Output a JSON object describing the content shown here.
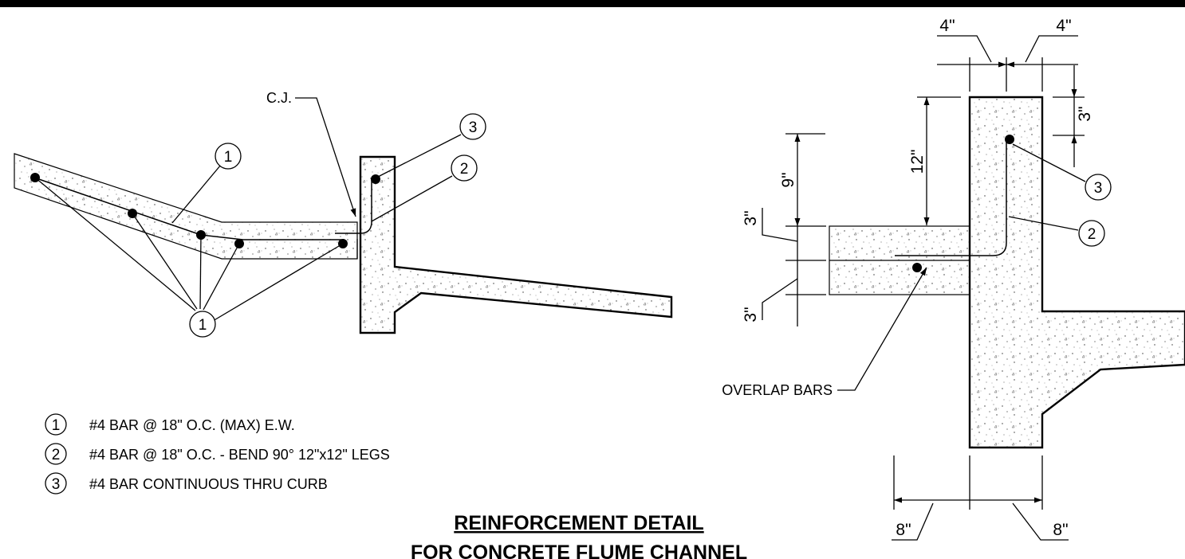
{
  "labels": {
    "construction_joint": "C.J.",
    "overlap_bars": "OVERLAP BARS"
  },
  "bubbles": {
    "one": "1",
    "two": "2",
    "three": "3"
  },
  "dimensions": {
    "top_left": "4\"",
    "top_right": "4\"",
    "curb_top_cover": "3\"",
    "leg_height": "12\"",
    "rebar_depth": "9\"",
    "slab_upper_half": "3\"",
    "slab_lower_half": "3\"",
    "bottom_left": "8\"",
    "bottom_right": "8\""
  },
  "legend": [
    {
      "num": "1",
      "text": "#4 BAR @ 18\" O.C. (MAX) E.W."
    },
    {
      "num": "2",
      "text": "#4 BAR @ 18\" O.C. - BEND 90° 12\"x12\" LEGS"
    },
    {
      "num": "3",
      "text": "#4 BAR CONTINUOUS THRU CURB"
    }
  ],
  "title": {
    "line1": "REINFORCEMENT DETAIL",
    "line2": "FOR CONCRETE FLUME CHANNEL"
  },
  "colors": {
    "ink": "#000000",
    "paper": "#ffffff"
  }
}
